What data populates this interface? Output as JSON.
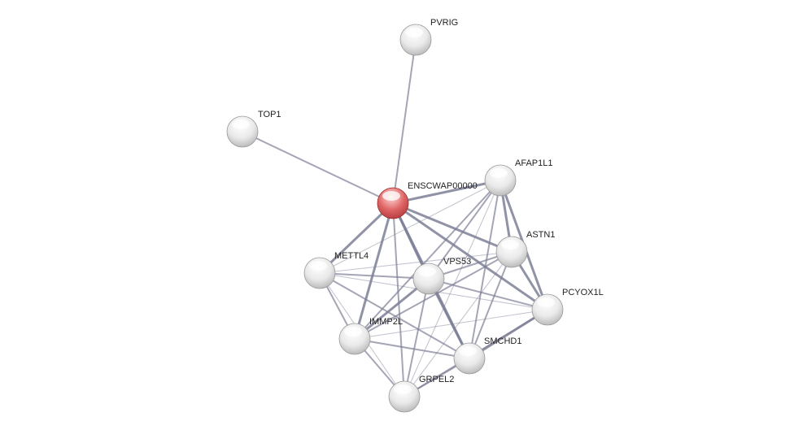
{
  "network": {
    "query_color": "#e06666",
    "node_color": "#e8e8e8",
    "edge_color": "#7d7f96",
    "nodes": [
      {
        "id": "PVRIG",
        "label": "PVRIG",
        "query": false
      },
      {
        "id": "TOP1",
        "label": "TOP1",
        "query": false
      },
      {
        "id": "ENSCWAP",
        "label": "ENSCWAP00000",
        "query": true
      },
      {
        "id": "AFAP1L1",
        "label": "AFAP1L1",
        "query": false
      },
      {
        "id": "ASTN1",
        "label": "ASTN1",
        "query": false
      },
      {
        "id": "METTL4",
        "label": "METTL4",
        "query": false
      },
      {
        "id": "VPS53",
        "label": "VPS53",
        "query": false
      },
      {
        "id": "PCYOX1L",
        "label": "PCYOX1L",
        "query": false
      },
      {
        "id": "IMMP2L",
        "label": "IMMP2L",
        "query": false
      },
      {
        "id": "SMCHD1",
        "label": "SMCHD1",
        "query": false
      },
      {
        "id": "GRPEL2",
        "label": "GRPEL2",
        "query": false
      }
    ],
    "edges": [
      {
        "source": "ENSCWAP",
        "target": "PVRIG",
        "weight": 2
      },
      {
        "source": "ENSCWAP",
        "target": "TOP1",
        "weight": 2
      },
      {
        "source": "ENSCWAP",
        "target": "AFAP1L1",
        "weight": 3
      },
      {
        "source": "ENSCWAP",
        "target": "ASTN1",
        "weight": 3
      },
      {
        "source": "ENSCWAP",
        "target": "METTL4",
        "weight": 3
      },
      {
        "source": "ENSCWAP",
        "target": "VPS53",
        "weight": 3
      },
      {
        "source": "ENSCWAP",
        "target": "PCYOX1L",
        "weight": 3
      },
      {
        "source": "ENSCWAP",
        "target": "IMMP2L",
        "weight": 3
      },
      {
        "source": "ENSCWAP",
        "target": "SMCHD1",
        "weight": 3
      },
      {
        "source": "ENSCWAP",
        "target": "GRPEL2",
        "weight": 2
      },
      {
        "source": "AFAP1L1",
        "target": "ASTN1",
        "weight": 3
      },
      {
        "source": "AFAP1L1",
        "target": "PCYOX1L",
        "weight": 3
      },
      {
        "source": "AFAP1L1",
        "target": "VPS53",
        "weight": 2
      },
      {
        "source": "AFAP1L1",
        "target": "METTL4",
        "weight": 1
      },
      {
        "source": "AFAP1L1",
        "target": "IMMP2L",
        "weight": 2
      },
      {
        "source": "AFAP1L1",
        "target": "SMCHD1",
        "weight": 2
      },
      {
        "source": "AFAP1L1",
        "target": "GRPEL2",
        "weight": 1
      },
      {
        "source": "ASTN1",
        "target": "PCYOX1L",
        "weight": 3
      },
      {
        "source": "ASTN1",
        "target": "VPS53",
        "weight": 2
      },
      {
        "source": "ASTN1",
        "target": "METTL4",
        "weight": 1
      },
      {
        "source": "ASTN1",
        "target": "IMMP2L",
        "weight": 2
      },
      {
        "source": "ASTN1",
        "target": "SMCHD1",
        "weight": 2
      },
      {
        "source": "ASTN1",
        "target": "GRPEL2",
        "weight": 1
      },
      {
        "source": "METTL4",
        "target": "VPS53",
        "weight": 2
      },
      {
        "source": "METTL4",
        "target": "IMMP2L",
        "weight": 2
      },
      {
        "source": "METTL4",
        "target": "PCYOX1L",
        "weight": 1
      },
      {
        "source": "METTL4",
        "target": "SMCHD1",
        "weight": 2
      },
      {
        "source": "METTL4",
        "target": "GRPEL2",
        "weight": 1
      },
      {
        "source": "VPS53",
        "target": "PCYOX1L",
        "weight": 2
      },
      {
        "source": "VPS53",
        "target": "IMMP2L",
        "weight": 3
      },
      {
        "source": "VPS53",
        "target": "SMCHD1",
        "weight": 3
      },
      {
        "source": "VPS53",
        "target": "GRPEL2",
        "weight": 2
      },
      {
        "source": "PCYOX1L",
        "target": "IMMP2L",
        "weight": 1
      },
      {
        "source": "PCYOX1L",
        "target": "SMCHD1",
        "weight": 3
      },
      {
        "source": "PCYOX1L",
        "target": "GRPEL2",
        "weight": 2
      },
      {
        "source": "IMMP2L",
        "target": "SMCHD1",
        "weight": 2
      },
      {
        "source": "IMMP2L",
        "target": "GRPEL2",
        "weight": 2
      },
      {
        "source": "SMCHD1",
        "target": "GRPEL2",
        "weight": 2
      }
    ]
  }
}
